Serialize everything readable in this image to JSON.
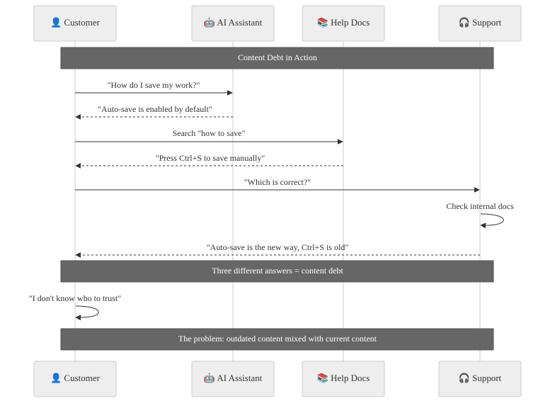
{
  "participants": [
    {
      "id": "customer",
      "label": "👤 Customer"
    },
    {
      "id": "ai",
      "label": "🤖 AI Assistant"
    },
    {
      "id": "docs",
      "label": "📚 Help Docs"
    },
    {
      "id": "support",
      "label": "🎧 Support"
    }
  ],
  "notes": [
    {
      "text": "Content Debt in Action"
    },
    {
      "text": "Three different answers = content debt"
    },
    {
      "text": "The problem: outdated content mixed with current content"
    }
  ],
  "messages": [
    {
      "from": "customer",
      "to": "ai",
      "text": "\"How do I save my work?\"",
      "style": "solid"
    },
    {
      "from": "ai",
      "to": "customer",
      "text": "\"Auto-save is enabled by default\"",
      "style": "dashed"
    },
    {
      "from": "customer",
      "to": "docs",
      "text": "Search \"how to save\"",
      "style": "solid"
    },
    {
      "from": "docs",
      "to": "customer",
      "text": "\"Press Ctrl+S to save manually\"",
      "style": "dashed"
    },
    {
      "from": "customer",
      "to": "support",
      "text": "\"Which is correct?\"",
      "style": "solid"
    },
    {
      "from": "support",
      "to": "support",
      "text": "Check internal docs",
      "style": "self"
    },
    {
      "from": "support",
      "to": "customer",
      "text": "\"Auto-save is the new way, Ctrl+S is old\"",
      "style": "dashed"
    },
    {
      "from": "customer",
      "to": "customer",
      "text": "\"I don't know who to trust\"",
      "style": "self"
    }
  ],
  "colors": {
    "actor_fill": "#eeeeee",
    "actor_stroke": "#cccccc",
    "note_fill": "#666666",
    "line": "#333333",
    "lifeline": "#cccccc"
  }
}
